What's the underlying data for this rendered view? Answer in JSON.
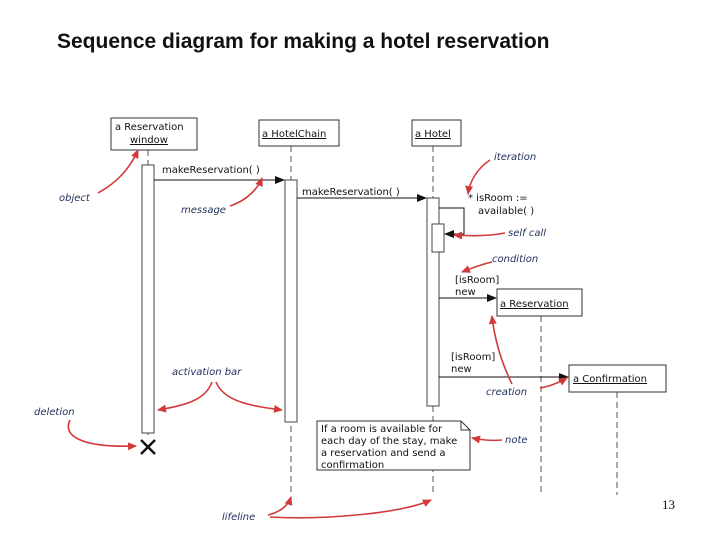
{
  "title": "Sequence diagram for making a hotel reservation",
  "page_number": "13",
  "participants": {
    "reservation_window": [
      "a Reservation",
      "window"
    ],
    "hotel_chain": "a HotelChain",
    "hotel": "a Hotel",
    "reservation": "a Reservation",
    "confirmation": "a Confirmation"
  },
  "messages": {
    "make_reservation_1": "makeReservation( )",
    "make_reservation_2": "makeReservation( )",
    "self_call": [
      "* isRoom :=",
      "available( )"
    ],
    "new_reservation": [
      "[isRoom]",
      "new"
    ],
    "new_confirmation": [
      "[isRoom]",
      "new"
    ]
  },
  "note": [
    "If a room is available for",
    "each day of the stay, make",
    "a reservation and send a",
    "confirmation"
  ],
  "annotations": {
    "object": "object",
    "message": "message",
    "iteration": "iteration",
    "self_call": "self call",
    "condition": "condition",
    "activation_bar": "activation bar",
    "creation": "creation",
    "deletion": "deletion",
    "note": "note",
    "lifeline": "lifeline"
  },
  "colors": {
    "annotation_text": "#23325e",
    "annotation_arrow": "#d23a3a"
  }
}
